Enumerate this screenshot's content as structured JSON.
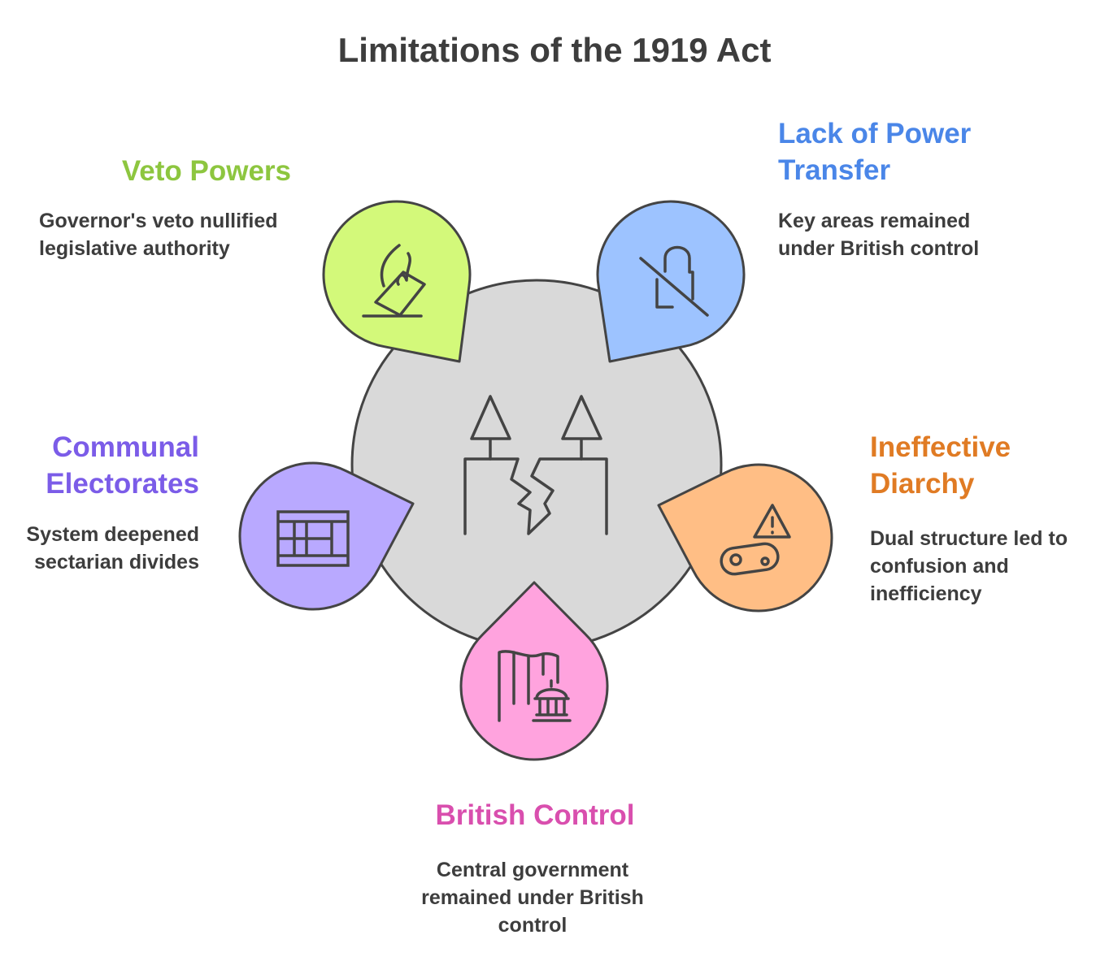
{
  "title": "Limitations of the 1919 Act",
  "colors": {
    "stroke": "#444444",
    "center": "#d9d9d9",
    "text": "#3d3d3d"
  },
  "items": [
    {
      "heading": "Veto Powers",
      "description": "Governor's veto nullified legislative authority",
      "color": "#8dc63f",
      "fill": "#d3f97a",
      "icon": "burning-ballot-icon"
    },
    {
      "heading": "Lack of Power Transfer",
      "description": "Key areas remained under British control",
      "color": "#4a86e8",
      "fill": "#9dc3ff",
      "icon": "unlock-blocked-icon"
    },
    {
      "heading": "Communal Electorates",
      "description": "System deepened sectarian divides",
      "color": "#7b5ce8",
      "fill": "#b9a9ff",
      "icon": "grid-divide-icon"
    },
    {
      "heading": "Ineffective Diarchy",
      "description": "Dual structure led to confusion and inefficiency",
      "color": "#e07b24",
      "fill": "#ffbe85",
      "icon": "warning-conveyor-icon"
    },
    {
      "heading": "British Control",
      "description": "Central government remained under British control",
      "color": "#d94fae",
      "fill": "#ffa3de",
      "icon": "flag-government-icon"
    }
  ],
  "center_icon": "broken-structure-icon"
}
